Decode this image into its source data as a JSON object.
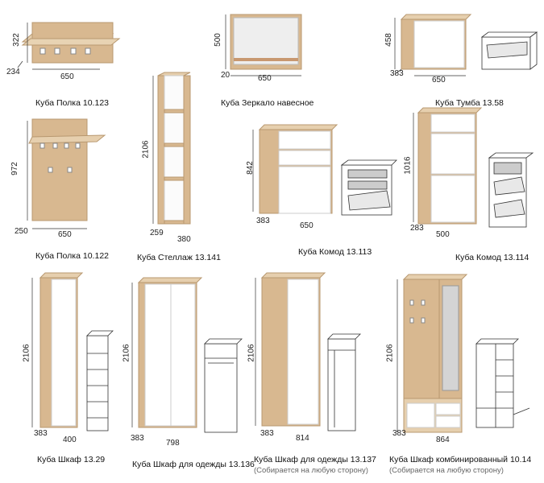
{
  "colors": {
    "oak": "#d8b890",
    "oak_dark": "#b89870",
    "oak_light": "#e6cfae",
    "white": "#ffffff",
    "line": "#333333",
    "gloss": "#f4f4f4"
  },
  "products": [
    {
      "name": "Куба Полка 10.123",
      "dims": {
        "h": "322",
        "d": "234",
        "w": "650"
      }
    },
    {
      "name": "Куба Зеркало навесное",
      "dims": {
        "h": "500",
        "d": "20",
        "w": "650"
      }
    },
    {
      "name": "Куба Тумба 13.58",
      "dims": {
        "h": "458",
        "d": "383",
        "w": "650"
      }
    },
    {
      "name": "Куба Полка 10.122",
      "dims": {
        "h": "972",
        "d": "250",
        "w": "650"
      }
    },
    {
      "name": "Куба Стеллаж 13.141",
      "dims": {
        "h": "2106",
        "d": "259",
        "w": "380"
      }
    },
    {
      "name": "Куба Комод 13.113",
      "dims": {
        "h": "842",
        "d": "383",
        "w": "650"
      }
    },
    {
      "name": "Куба Комод 13.114",
      "dims": {
        "h": "1016",
        "d": "283",
        "w": "500"
      }
    },
    {
      "name": "Куба Шкаф 13.29",
      "dims": {
        "h": "2106",
        "d": "383",
        "w": "400"
      }
    },
    {
      "name": "Куба Шкаф для одежды 13.136",
      "dims": {
        "h": "2106",
        "d": "383",
        "w": "798"
      }
    },
    {
      "name": "Куба Шкаф для одежды 13.137",
      "note": "(Собирается на любую сторону)",
      "dims": {
        "h": "2106",
        "d": "383",
        "w": "814"
      }
    },
    {
      "name": "Куба Шкаф комбинированный 10.14",
      "note": "(Собирается на любую сторону)",
      "dims": {
        "h": "2106",
        "d": "383",
        "w": "864"
      }
    }
  ]
}
